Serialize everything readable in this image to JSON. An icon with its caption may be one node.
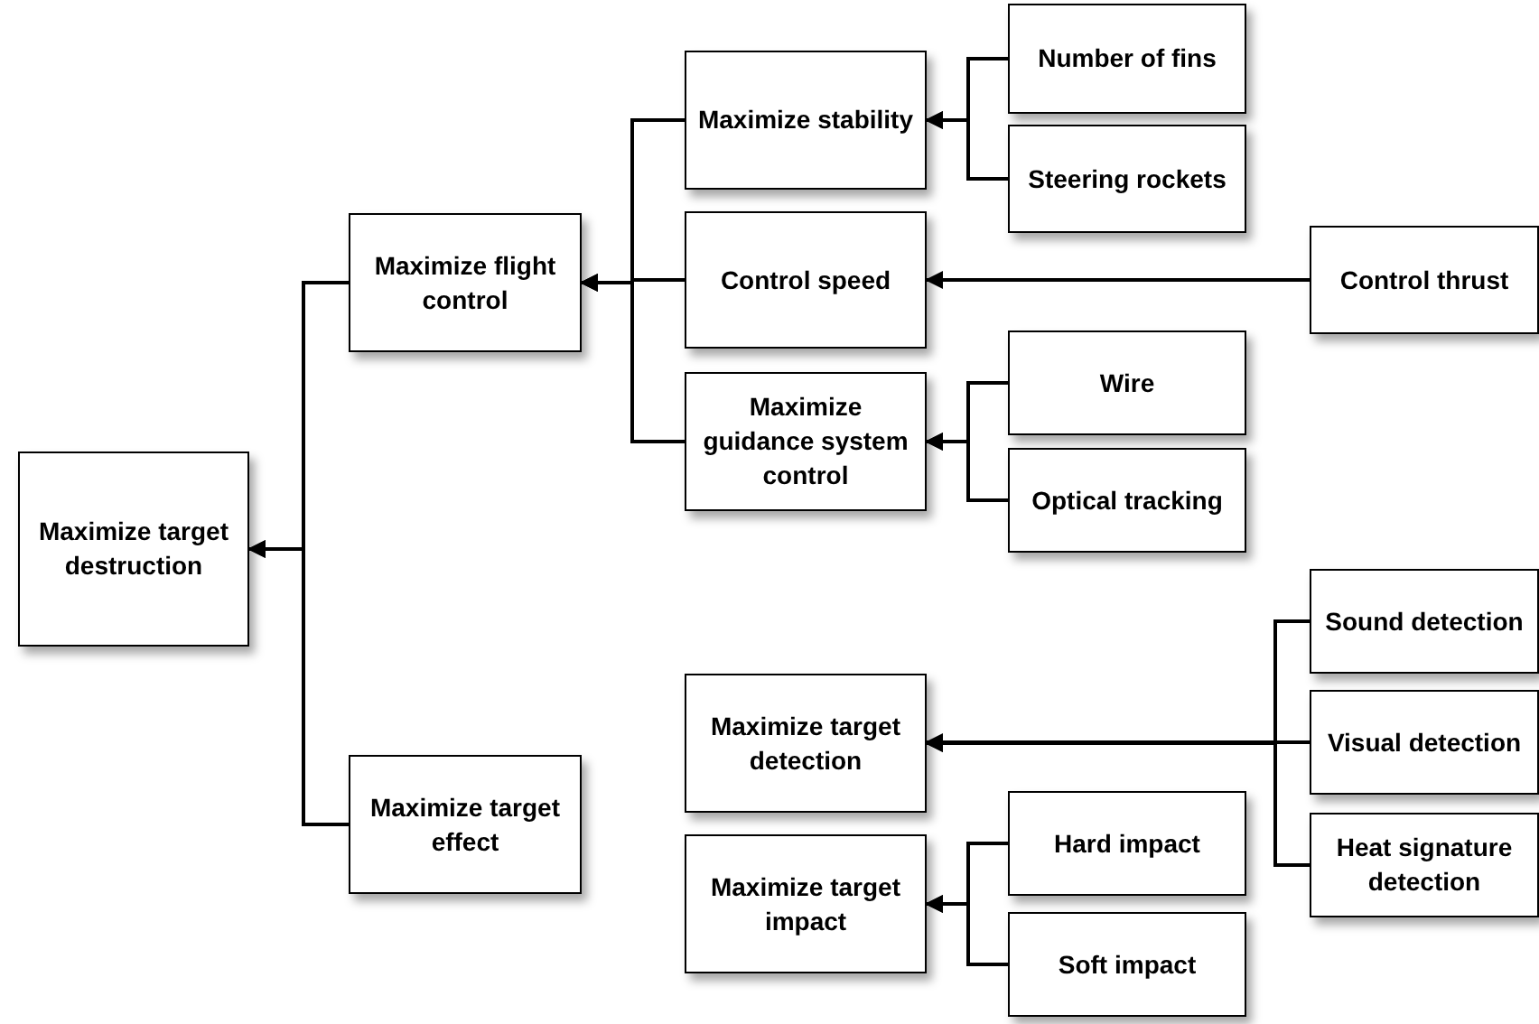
{
  "diagram": {
    "nodes": [
      {
        "text": [
          "Maximize target destruction"
        ]
      },
      {
        "text": [
          "Maximize flight control"
        ]
      },
      {
        "text": [
          "Maximize target effect"
        ]
      },
      {
        "text": [
          "Maximize stability"
        ]
      },
      {
        "text": [
          "Control speed"
        ]
      },
      {
        "text": [
          "Maximize guidance system control"
        ]
      },
      {
        "text": [
          "Number of fins"
        ]
      },
      {
        "text": [
          "Steering rockets"
        ]
      },
      {
        "text": [
          "Control thrust"
        ]
      },
      {
        "text": [
          "Wire"
        ]
      },
      {
        "text": [
          "Optical tracking"
        ]
      },
      {
        "text": [
          "Maximize target detection"
        ]
      },
      {
        "text": [
          "Maximize target impact"
        ]
      },
      {
        "text": [
          "Sound detection"
        ]
      },
      {
        "text": [
          "Visual detection"
        ]
      },
      {
        "text": [
          "Heat signature detection"
        ]
      },
      {
        "text": [
          "Hard impact"
        ]
      },
      {
        "text": [
          "Soft impact"
        ]
      }
    ],
    "edges": [
      {
        "from": 1,
        "to": 0,
        "arrow": "to"
      },
      {
        "from": 2,
        "to": 0,
        "arrow": "to"
      },
      {
        "from": 3,
        "to": 1,
        "arrow": "to"
      },
      {
        "from": 4,
        "to": 1,
        "arrow": "to"
      },
      {
        "from": 5,
        "to": 1,
        "arrow": "to"
      },
      {
        "from": 6,
        "to": 3,
        "arrow": "to"
      },
      {
        "from": 7,
        "to": 3,
        "arrow": "to"
      },
      {
        "from": 8,
        "to": 4,
        "arrow": "to"
      },
      {
        "from": 9,
        "to": 5,
        "arrow": "to"
      },
      {
        "from": 10,
        "to": 5,
        "arrow": "to"
      },
      {
        "from": 13,
        "to": 11,
        "arrow": "to"
      },
      {
        "from": 14,
        "to": 11,
        "arrow": "to"
      },
      {
        "from": 15,
        "to": 11,
        "arrow": "to"
      },
      {
        "from": 16,
        "to": 12,
        "arrow": "to"
      },
      {
        "from": 17,
        "to": 12,
        "arrow": "to"
      }
    ]
  }
}
